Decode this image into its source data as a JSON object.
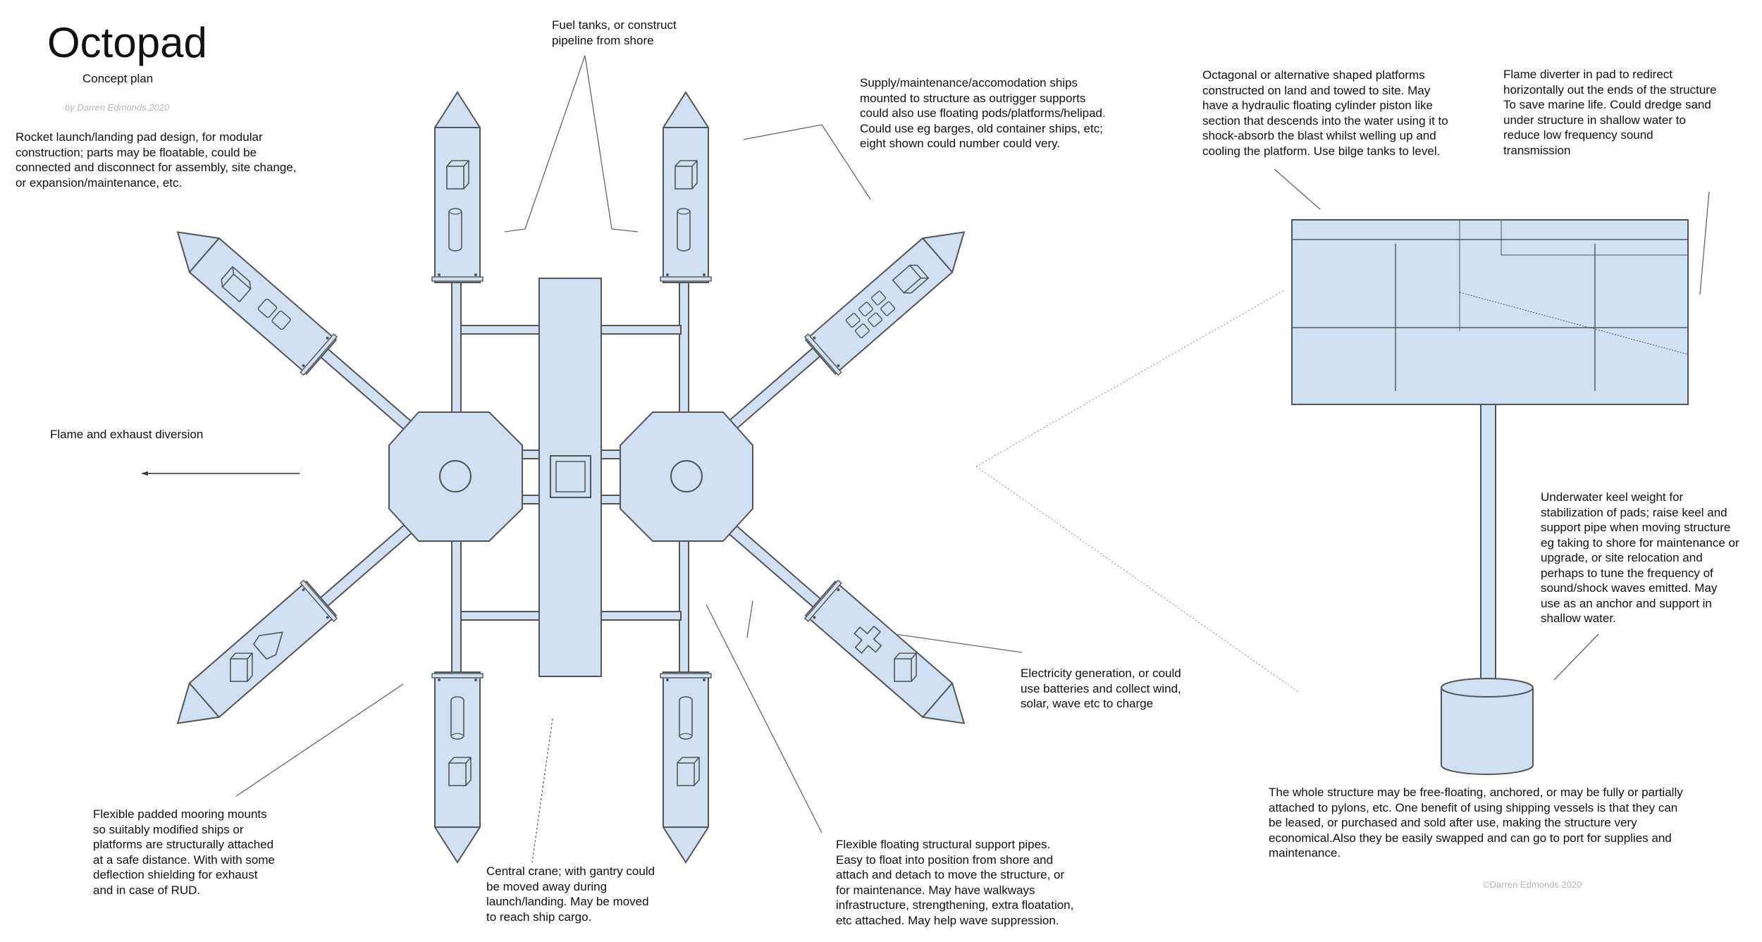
{
  "header": {
    "title": "Octopad",
    "subtitle": "Concept plan",
    "byline": "by Darren Edmonds 2020"
  },
  "notes": {
    "rocket_pad": "Rocket launch/landing pad design, for modular\nconstruction; parts may be floatable, could be\nconnected and disconnect for assembly, site change,\nor expansion/maintenance, etc.",
    "fuel": "Fuel tanks, or construct\npipeline from shore",
    "ships": "Supply/maintenance/accomodation ships\nmounted  to structure as outrigger supports\ncould also use floating pods/platforms/helipad.\nCould use eg barges, old container ships, etc;\neight shown could number could very.",
    "octagonal": "Octagonal or alternative shaped platforms\nconstructed on land and towed to site. May\nhave a hydraulic floating cylinder piston like\nsection that descends into the water using it to\nshock-absorb the blast whilst welling up and\ncooling the platform. Use bilge tanks to level.",
    "flame_diverter": "Flame diverter in pad to redirect\nhorizontally out the ends of the structure\nTo save marine life. Could dredge sand\nunder structure in shallow water  to\nreduce low frequency sound\ntransmission",
    "flame_exhaust": "Flame and exhaust diversion",
    "keel": "Underwater keel weight for\nstabilization of pads; raise keel and\nsupport pipe when moving structure\neg taking to shore for maintenance or\nupgrade, or site relocation and\nperhaps to tune the frequency of\nsound/shock waves emitted. May\nuse as an anchor and support in\nshallow water.",
    "electricity": "Electricity generation, or could\nuse batteries and collect wind,\nsolar, wave etc to charge",
    "mooring": "Flexible padded mooring mounts\nso  suitably modified ships or\nplatforms are structurally attached\nat a safe distance. With with some\ndeflection shielding for exhaust\nand in case of RUD.",
    "crane": "Central crane; with gantry could\nbe moved away during\nlaunch/landing. May be moved\nto reach ship cargo.",
    "pipes": "Flexible floating structural support pipes.\nEasy to float into position from shore and\nattach and detach to move the structure, or\nfor maintenance. May have walkways\ninfrastructure, strengthening, extra floatation,\netc attached. May help wave suppression.",
    "whole": "The whole structure may be free-floating, anchored, or may be fully or partially\nattached to pylons, etc. One benefit of using shipping vessels is that they can\nbe leased, or purchased and sold after use, making the structure very\neconomical.Also they be easily swapped and can go to port for supplies and\nmaintenance."
  },
  "copyright": "©Darren Edmonds 2020",
  "colors": {
    "fill": "#cfe0f2",
    "stroke": "#555555",
    "leader": "#666666",
    "text": "#111111",
    "faint": "#b7b7b7"
  }
}
